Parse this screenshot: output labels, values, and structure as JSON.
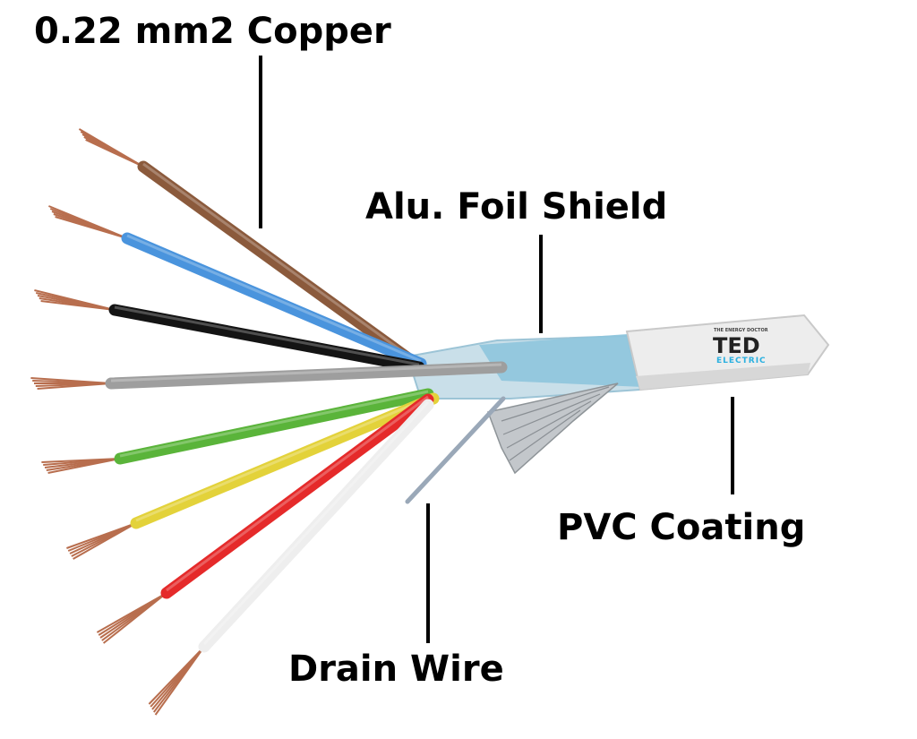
{
  "labels": {
    "copper": "0.22 mm2 Copper",
    "foil": "Alu. Foil Shield",
    "pvc": "PVC Coating",
    "drain": "Drain Wire"
  },
  "brand": {
    "tagline": "THE ENERGY DOCTOR",
    "name": "TED",
    "sub": "ELECTRIC"
  },
  "colors": {
    "brown": "#8b5a3c",
    "blue": "#4a94dd",
    "black": "#141414",
    "grey": "#9e9e9e",
    "green": "#5ab43a",
    "yellow": "#e3d23a",
    "red": "#e52a2a",
    "white": "#eeeeee",
    "copper_strand": "#b86e4e",
    "foil": "#8ec5dd",
    "jacket": "#ededed",
    "brand_blue": "#2ab0e0"
  },
  "wires": [
    "brown",
    "blue",
    "black",
    "grey",
    "green",
    "yellow",
    "red",
    "white"
  ]
}
